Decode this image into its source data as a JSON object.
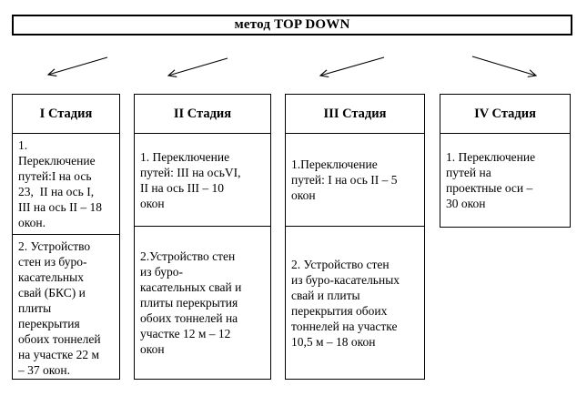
{
  "title": "метод TOP DOWN",
  "stages": [
    {
      "title": "I Стадия",
      "steps": [
        "1.\nПереключение\nпутей:I на ось\n23,  II на ось I,\nIII на ось II – 18\nокон.",
        "2. Устройство\nстен из буро-\nкасательных\nсвай (БКС) и\nплиты\nперекрытия\nобоих тоннелей\nна участке 22 м\n– 37 окон."
      ]
    },
    {
      "title": "II Стадия",
      "steps": [
        "1. Переключение\nпутей: III на осьVI,\nII на ось III – 10\nокон",
        "2.Устройство стен\nиз буро-\nкасательных свай и\nплиты перекрытия\nобоих тоннелей на\nучастке 12 м – 12\nокон"
      ]
    },
    {
      "title": "III Стадия",
      "steps": [
        "1.Переключение\nпутей: I на ось II – 5\nокон",
        "2. Устройство стен\nиз буро-касательных\nсвай и плиты\nперекрытия обоих\nтоннелей на участке\n10,5 м – 18 окон"
      ]
    },
    {
      "title": "IV Стадия",
      "steps": [
        "1. Переключение\nпутей на\nпроектные оси –\n30 окон"
      ]
    }
  ],
  "colors": {
    "background": "#ffffff",
    "border": "#000000",
    "text": "#000000"
  }
}
